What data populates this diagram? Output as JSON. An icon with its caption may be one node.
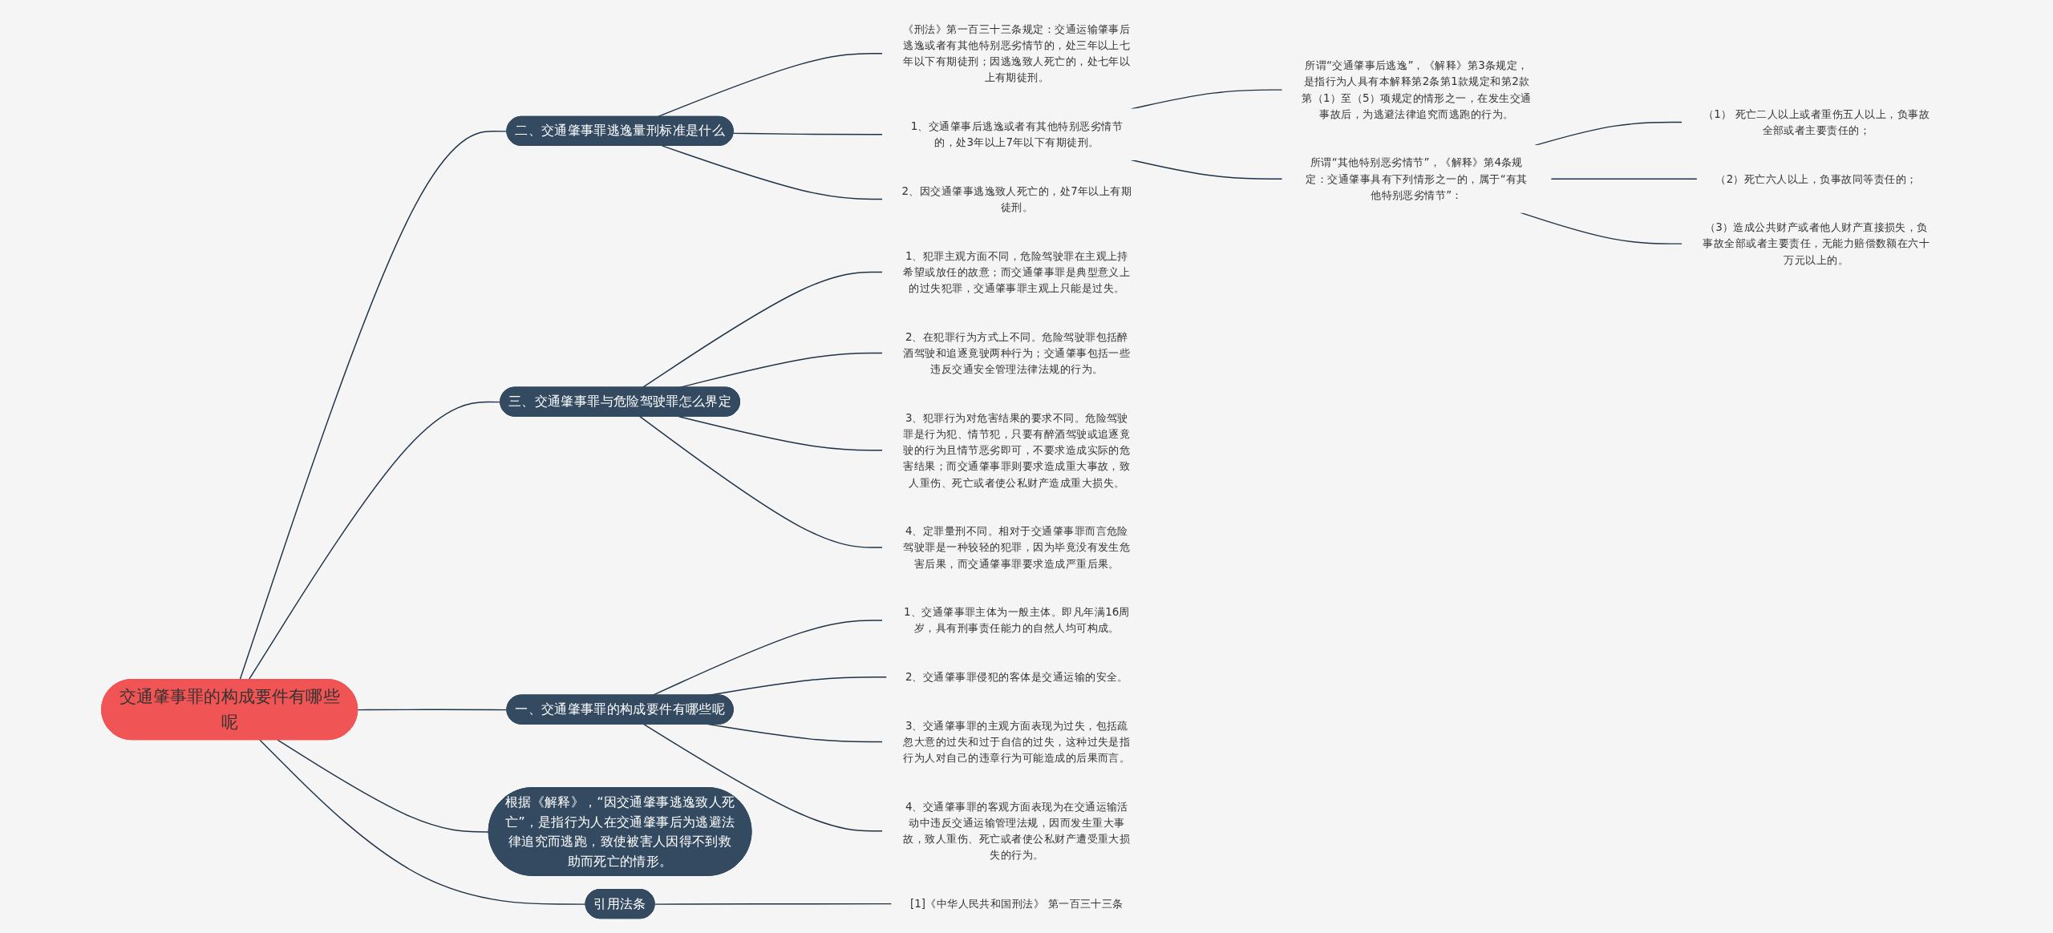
{
  "diagram": {
    "nodes": [
      {
        "text": [
          "交通肇事罪的构成要件有哪些呢"
        ]
      },
      {
        "text": [
          "二、交通肇事罪逃逸量刑标准是什么"
        ]
      },
      {
        "text": [
          "《刑法》第一百三十三条规定：交通运输肇事后逃逸或者有其他特别恶劣情节的，处三年以上七年以下有期徒刑；因逃逸致人死亡的，处七年以上有期徒刑。"
        ]
      },
      {
        "text": [
          "1、交通肇事后逃逸或者有其他特别恶劣情节的，处3年以上7年以下有期徒刑。"
        ]
      },
      {
        "text": [
          "所谓“交通肇事后逃逸”，《解释》第3条规定，是指行为人具有本解释第2条第1款规定和第2款第（1）至（5）项规定的情形之一，在发生交通事故后，为逃避法律追究而逃跑的行为。"
        ]
      },
      {
        "text": [
          "所谓“其他特别恶劣情节”，《解释》第4条规定：交通肇事具有下列情形之一的，属于“有其他特别恶劣情节”："
        ]
      },
      {
        "text": [
          "（1） 死亡二人以上或者重伤五人以上，负事故全部或者主要责任的；"
        ]
      },
      {
        "text": [
          "（2）死亡六人以上，负事故同等责任的；"
        ]
      },
      {
        "text": [
          "（3）造成公共财产或者他人财产直接损失，负事故全部或者主要责任，无能力赔偿数额在六十万元以上的。"
        ]
      },
      {
        "text": [
          "2、因交通肇事逃逸致人死亡的，处7年以上有期徒刑。"
        ]
      },
      {
        "text": [
          "三、交通肇事罪与危险驾驶罪怎么界定"
        ]
      },
      {
        "text": [
          "1、犯罪主观方面不同，危险驾驶罪在主观上持希望或放任的故意；而交通肇事罪是典型意义上的过失犯罪，交通肇事罪主观上只能是过失。"
        ]
      },
      {
        "text": [
          "2、在犯罪行为方式上不同。危险驾驶罪包括醉酒驾驶和追逐竟驶两种行为；交通肇事包括一些违反交通安全管理法律法规的行为。"
        ]
      },
      {
        "text": [
          "3、犯罪行为对危害结果的要求不同。危险驾驶罪是行为犯、情节犯，只要有醉酒驾驶或追逐竟驶的行为且情节恶劣即可，不要求造成实际的危害结果；而交通肇事罪则要求造成重大事故，致人重伤、死亡或者使公私财产造成重大损失。"
        ]
      },
      {
        "text": [
          "4、定罪量刑不同。相对于交通肇事罪而言危险驾驶罪是一种较轻的犯罪，因为毕竟没有发生危害后果，而交通肇事罪要求造成严重后果。"
        ]
      },
      {
        "text": [
          "一、交通肇事罪的构成要件有哪些呢"
        ]
      },
      {
        "text": [
          "1、交通肇事罪主体为一般主体。即凡年满16周岁，具有刑事责任能力的自然人均可构成。"
        ]
      },
      {
        "text": [
          "2、交通肇事罪侵犯的客体是交通运输的安全。"
        ]
      },
      {
        "text": [
          "3、交通肇事罪的主观方面表现为过失，包括疏忽大意的过失和过于自信的过失，这种过失是指行为人对自己的违章行为可能造成的后果而言。"
        ]
      },
      {
        "text": [
          "4、交通肇事罪的客观方面表现为在交通运输活动中违反交通运输管理法规，因而发生重大事故，致人重伤、死亡或者使公私财产遭受重大损失的行为。"
        ]
      },
      {
        "text": [
          "根据《解释》，“因交通肇事逃逸致人死亡”，是指行为人在交通肇事后为逃避法律追究而逃跑，致使被害人因得不到救助而死亡的情形。"
        ]
      },
      {
        "text": [
          "引用法条"
        ]
      },
      {
        "text": [
          "[1]《中华人民共和国刑法》 第一百三十三条"
        ]
      }
    ],
    "edges": [
      {
        "from": 0,
        "to": 1,
        "arrow": "none"
      },
      {
        "from": 1,
        "to": 2,
        "arrow": "none"
      },
      {
        "from": 1,
        "to": 3,
        "arrow": "none"
      },
      {
        "from": 3,
        "to": 4,
        "arrow": "none"
      },
      {
        "from": 3,
        "to": 5,
        "arrow": "none"
      },
      {
        "from": 5,
        "to": 6,
        "arrow": "none"
      },
      {
        "from": 5,
        "to": 7,
        "arrow": "none"
      },
      {
        "from": 5,
        "to": 8,
        "arrow": "none"
      },
      {
        "from": 1,
        "to": 9,
        "arrow": "none"
      },
      {
        "from": 0,
        "to": 10,
        "arrow": "none"
      },
      {
        "from": 10,
        "to": 11,
        "arrow": "none"
      },
      {
        "from": 10,
        "to": 12,
        "arrow": "none"
      },
      {
        "from": 10,
        "to": 13,
        "arrow": "none"
      },
      {
        "from": 10,
        "to": 14,
        "arrow": "none"
      },
      {
        "from": 0,
        "to": 15,
        "arrow": "none"
      },
      {
        "from": 15,
        "to": 16,
        "arrow": "none"
      },
      {
        "from": 15,
        "to": 17,
        "arrow": "none"
      },
      {
        "from": 15,
        "to": 18,
        "arrow": "none"
      },
      {
        "from": 15,
        "to": 19,
        "arrow": "none"
      },
      {
        "from": 0,
        "to": 20,
        "arrow": "none"
      },
      {
        "from": 0,
        "to": 21,
        "arrow": "none"
      },
      {
        "from": 21,
        "to": 22,
        "arrow": "none"
      }
    ]
  }
}
